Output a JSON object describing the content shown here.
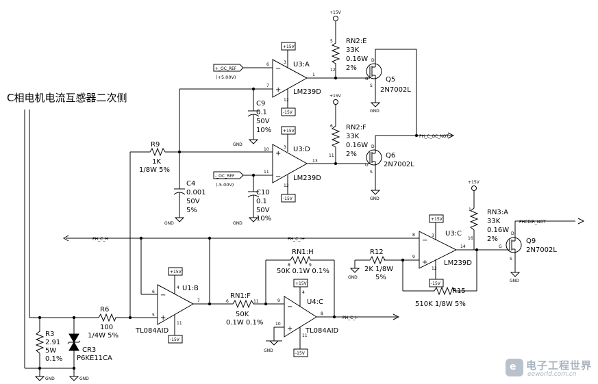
{
  "title": "C相电机电流互感器二次侧",
  "watermark": {
    "line1": "电子工程世界",
    "line2": "eeworld.com.cn"
  },
  "supply": {
    "pos": "+15V",
    "neg": "-15V",
    "gnd": "GND"
  },
  "nets": {
    "ph_c_h": "PH_C_H",
    "ph_c_i_plus": "PH_C_I+",
    "ph_c_i_minus": "PH_C_I-",
    "ph_c_oc_not": "PH_C_OC_NOT",
    "phcdir_not": "PHCDIR_NOT",
    "pos_oc_ref": "+_OC_REF",
    "pos_oc_ref_val": "(+5.00V)",
    "neg_oc_ref": "-_OC_REF",
    "neg_oc_ref_val": "(-5.00V)"
  },
  "opamps": {
    "u3a": {
      "ref": "U3:A",
      "part": "LM239D"
    },
    "u3d": {
      "ref": "U3:D",
      "part": "LM239D"
    },
    "u3c": {
      "ref": "U3:C",
      "part": "LM239D"
    },
    "u1b": {
      "ref": "U1:B",
      "part": "TL084AID"
    },
    "u4c": {
      "ref": "U4:C",
      "part": "TL084AID"
    }
  },
  "resistors": {
    "rn2e": {
      "ref": "RN2:E",
      "l1": "33K",
      "l2": "0.16W",
      "l3": "2%"
    },
    "rn2f": {
      "ref": "RN2:F",
      "l1": "33K",
      "l2": "0.16W",
      "l3": "2%"
    },
    "rn3a": {
      "ref": "RN3:A",
      "l1": "33K",
      "l2": "0.16W",
      "l3": "2%"
    },
    "r9": {
      "ref": "R9",
      "l1": "1K",
      "l2": "1/8W  5%"
    },
    "r6": {
      "ref": "R6",
      "l1": "100",
      "l2": "1/4W  5%"
    },
    "r3": {
      "ref": "R3",
      "l1": "2.91",
      "l2": "5W",
      "l3": "0.1%"
    },
    "rn1f": {
      "ref": "RN1:F",
      "l1": "50K",
      "l2": "0.1W  0.1%"
    },
    "rn1h": {
      "ref": "RN1:H",
      "l1": "50K 0.1W  0.1%"
    },
    "r12": {
      "ref": "R12",
      "l1": "2K  1/8W",
      "l2": "5%"
    },
    "r15": {
      "ref": "R15",
      "l1": "510K  1/8W  5%"
    }
  },
  "capacitors": {
    "c9": {
      "ref": "C9",
      "l1": "0.1",
      "l2": "50V",
      "l3": "10%"
    },
    "c10": {
      "ref": "C10",
      "l1": "0.1",
      "l2": "50V",
      "l3": "10%"
    },
    "c4": {
      "ref": "C4",
      "l1": "0.001",
      "l2": "50V",
      "l3": "5%"
    }
  },
  "mosfets": {
    "q5": {
      "ref": "Q5",
      "part": "2N7002L"
    },
    "q6": {
      "ref": "Q6",
      "part": "2N7002L"
    },
    "q9": {
      "ref": "Q9",
      "part": "2N7002L"
    }
  },
  "diode": {
    "ref": "CR3",
    "part": "P6KE11CA"
  },
  "pins": {
    "u3a_in_neg": "6",
    "u3a_in_pos": "7",
    "u3a_out": "1",
    "u3a_vp": "3",
    "u3a_vn": "12",
    "u3d_in_pos": "10",
    "u3d_in_neg": "11",
    "u3d_out": "13",
    "u3d_vp": "3",
    "u3d_vn": "12",
    "u3c_in_neg": "8",
    "u3c_in_pos": "9",
    "u3c_out": "14",
    "u3c_vp": "3",
    "u3c_vn": "12",
    "u1b_in_neg": "6",
    "u1b_in_pos": "5",
    "u1b_out": "7",
    "u1b_vp": "4",
    "u1b_vn": "11",
    "u4c_in_neg": "9",
    "u4c_in_pos": "10",
    "u4c_out": "8",
    "u4c_vp": "4",
    "u4c_vn": "11",
    "rn2e_top": "5",
    "rn2e_bot": "12",
    "rn2f_top": "6",
    "rn2f_bot": "11",
    "rn3a_top": "1",
    "rn3a_bot": "16",
    "rn1f_a": "6",
    "rn1f_b": "11",
    "rn1h_a": "8",
    "rn1h_b": "9",
    "gate": "G",
    "drain": "D",
    "source": "S"
  }
}
